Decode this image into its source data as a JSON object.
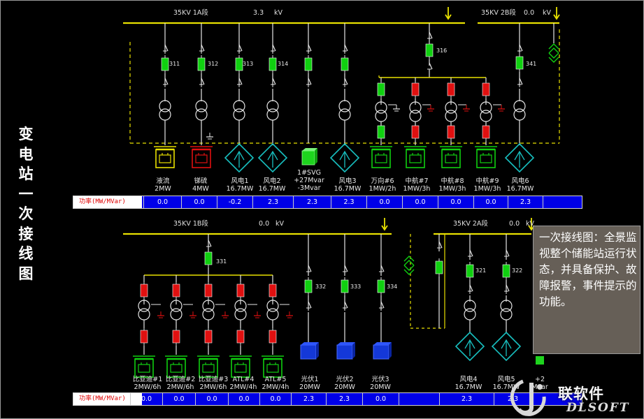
{
  "title": "变电站一次接线图",
  "colors": {
    "bus": "#e8e000",
    "closed": "#10d010",
    "open": "#e01010",
    "bar_bg": "#0000e8",
    "label_text": "#e00000"
  },
  "buses": {
    "b1a": {
      "name": "35KV  1A段",
      "voltage": "3.3",
      "unit": "kV"
    },
    "b2b": {
      "name": "35KV  2B段",
      "voltage": "0.0",
      "unit": "kV"
    },
    "b1b": {
      "name": "35KV  1B段",
      "voltage": "0.0",
      "unit": "kV"
    },
    "b2a": {
      "name": "35KV  2A段",
      "voltage": "0.0",
      "unit": "kV"
    }
  },
  "switch_numbers": {
    "s311": "311",
    "s312": "312",
    "s313": "313",
    "s314": "314",
    "s316": "316",
    "s341": "341",
    "s331": "331",
    "s332": "332",
    "s333": "333",
    "s334": "334",
    "s321": "321",
    "s322": "322"
  },
  "feeders_top": [
    {
      "line1": "液流",
      "line2": "2MW",
      "line3": ""
    },
    {
      "line1": "锑硫",
      "line2": "4MW",
      "line3": ""
    },
    {
      "line1": "风电1",
      "line2": "16.7MW",
      "line3": ""
    },
    {
      "line1": "风电2",
      "line2": "16.7MW",
      "line3": ""
    },
    {
      "line1": "1#SVG",
      "line2": "+27Mvar",
      "line3": "-3Mvar"
    },
    {
      "line1": "风电3",
      "line2": "16.7MW",
      "line3": ""
    },
    {
      "line1": "万向#6",
      "line2": "1MW/2h",
      "line3": ""
    },
    {
      "line1": "中航#7",
      "line2": "1MW/3h",
      "line3": ""
    },
    {
      "line1": "中航#8",
      "line2": "1MW/3h",
      "line3": ""
    },
    {
      "line1": "中航#9",
      "line2": "1MW/3h",
      "line3": ""
    },
    {
      "line1": "风电6",
      "line2": "16.7MW",
      "line3": ""
    }
  ],
  "feeders_bottom": [
    {
      "line1": "比亚迪#1",
      "line2": "2MW/6h"
    },
    {
      "line1": "比亚迪#2",
      "line2": "2MW/6h"
    },
    {
      "line1": "比亚迪#3",
      "line2": "2MW/6h"
    },
    {
      "line1": "ATL#4",
      "line2": "2MW/4h"
    },
    {
      "line1": "ATL#5",
      "line2": "2MW/4h"
    },
    {
      "line1": "光伏1",
      "line2": "20MW"
    },
    {
      "line1": "光伏2",
      "line2": "20MW"
    },
    {
      "line1": "光伏3",
      "line2": "20MW"
    },
    {
      "line1": "风电4",
      "line2": "16.7MW"
    },
    {
      "line1": "风电5",
      "line2": "16.7MW"
    },
    {
      "line1": "+2",
      "line2": "Mvar"
    }
  ],
  "power_top": {
    "label": "功率(MW/MVar)",
    "values": [
      "0.0",
      "0.0",
      "-0.2",
      "2.3",
      "2.3",
      "2.3",
      "0.0",
      "0.0",
      "0.0",
      "0.0",
      "2.3",
      ""
    ]
  },
  "power_bottom": {
    "label": "功率(MW/MVar)",
    "values": [
      "0.0",
      "0.0",
      "0.0",
      "0.0",
      "0.0",
      "2.3",
      "2.3",
      "0.0",
      "",
      "2.3",
      "2.3",
      ""
    ]
  },
  "callout": {
    "text": "一次接线图：全景监视整个储能站运行状态，并具备保护、故障报警，事件提示的功能。"
  },
  "logo": {
    "name": "联软件",
    "sub": "DLSOFT"
  }
}
